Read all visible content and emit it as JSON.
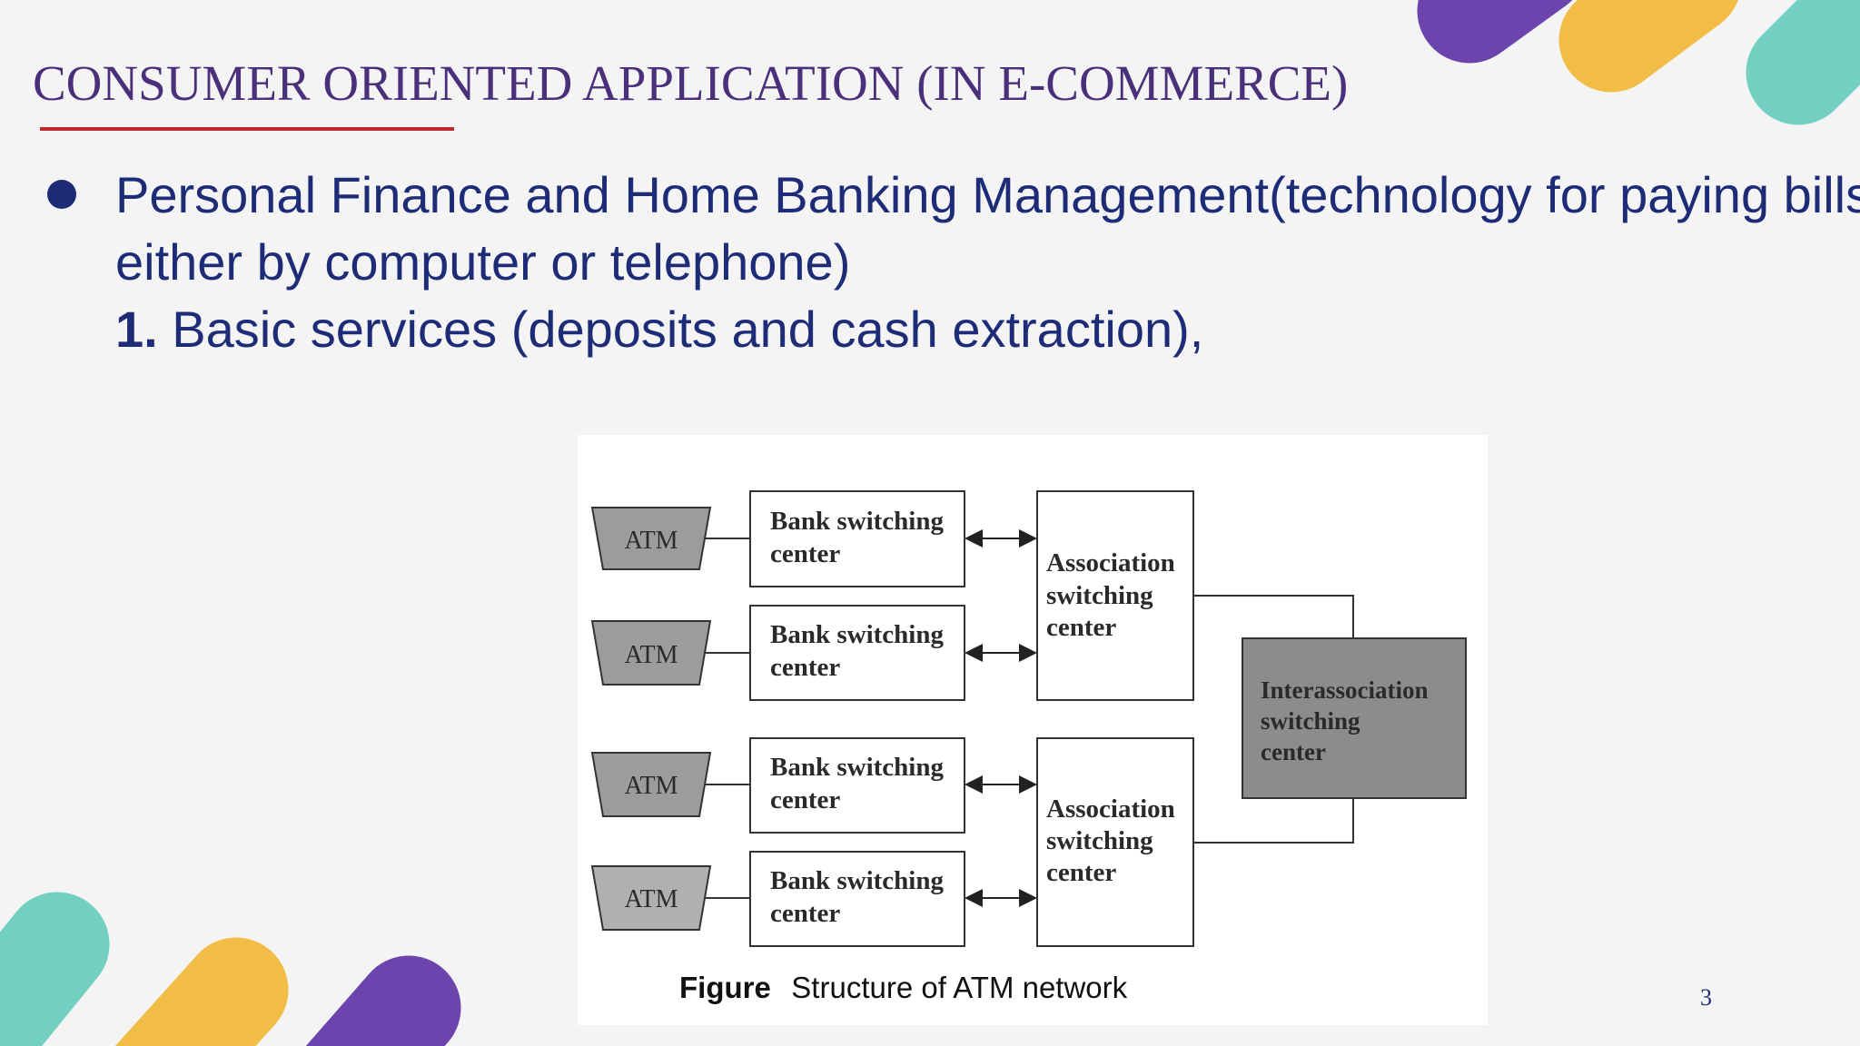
{
  "slide": {
    "title": "CONSUMER ORIENTED APPLICATION (IN E-COMMERCE)",
    "bullet": {
      "line1": "Personal Finance and Home Banking Management(technology for paying bills",
      "line2": "either by computer or telephone)",
      "item_number": "1.",
      "item_text": " Basic services (deposits and cash extraction),"
    },
    "page_number": "3"
  },
  "figure": {
    "atm_labels": [
      "ATM",
      "ATM",
      "ATM",
      "ATM"
    ],
    "bank_switching": [
      {
        "line1": "Bank switching",
        "line2": "center"
      },
      {
        "line1": "Bank switching",
        "line2": "center"
      },
      {
        "line1": "Bank switching",
        "line2": "center"
      },
      {
        "line1": "Bank switching",
        "line2": "center"
      }
    ],
    "association_switching": [
      {
        "line1": "Association",
        "line2": "switching",
        "line3": "center"
      },
      {
        "line1": "Association",
        "line2": "switching",
        "line3": "center"
      }
    ],
    "interassociation": {
      "line1": "Interassociation",
      "line2": "switching",
      "line3": "center"
    },
    "caption_label": "Figure",
    "caption_text": "Structure of ATM network"
  },
  "colors": {
    "title": "#4a2f7a",
    "text": "#1e2c78",
    "underline": "#c0272d",
    "deco_purple": "#6b44ad",
    "deco_yellow": "#f2bd47",
    "deco_teal": "#73cfc0",
    "interassociation_fill": "#8c8c8c"
  }
}
